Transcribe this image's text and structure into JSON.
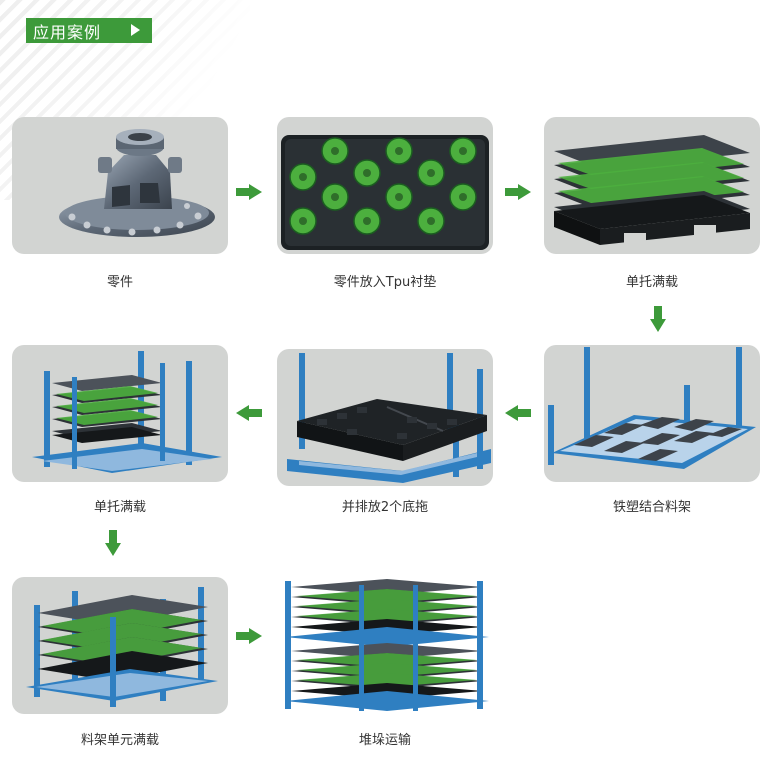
{
  "header": {
    "title": "应用案例"
  },
  "steps": [
    {
      "label": "零件"
    },
    {
      "label": "零件放入Tpu衬垫"
    },
    {
      "label": "单托满载"
    },
    {
      "label": "铁塑结合料架"
    },
    {
      "label": "并排放2个底拖"
    },
    {
      "label": "单托满载"
    },
    {
      "label": "料架单元满载"
    },
    {
      "label": "堆垛运输"
    }
  ],
  "colors": {
    "accent": "#3d9a3a",
    "card_bg": "#d2d4d2",
    "rack_blue": "#2f7fc1",
    "tray_black": "#1f2326",
    "part_green": "#4caf3e"
  }
}
